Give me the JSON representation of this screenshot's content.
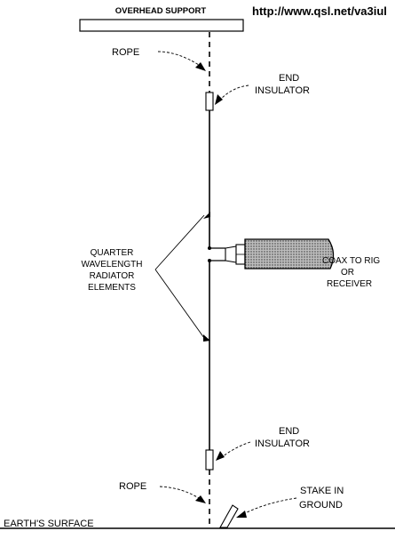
{
  "labels": {
    "overhead_support": "OVERHEAD SUPPORT",
    "url": "http://www.qsl.net/va3iul",
    "rope_top": "ROPE",
    "end_insulator_top": [
      "END",
      "INSULATOR"
    ],
    "radiator": [
      "QUARTER",
      "WAVELENGTH",
      "RADIATOR",
      "ELEMENTS"
    ],
    "coax": [
      "COAX TO RIG",
      "OR",
      "RECEIVER"
    ],
    "end_insulator_bottom": [
      "END",
      "INSULATOR"
    ],
    "rope_bottom": "ROPE",
    "stake": [
      "STAKE IN",
      "GROUND"
    ],
    "earth_surface": "EARTH'S SURFACE"
  },
  "colors": {
    "ink": "#000000",
    "background": "#ffffff",
    "coax_fill": "#bdbdbd"
  }
}
